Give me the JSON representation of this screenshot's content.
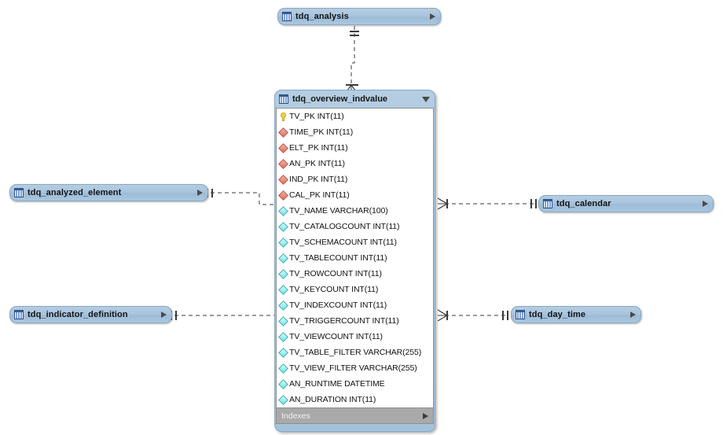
{
  "diagram": {
    "title": "tdq_overview_indvalue ER diagram",
    "background": "#ffffff",
    "header_color": "#a8c4dd",
    "footer_color": "#a9a9a9"
  },
  "main_table": {
    "name": "tdq_overview_indvalue",
    "icon": "table-icon",
    "expander": "chevron-down-icon",
    "footer_label": "Indexes",
    "footer_expander": "chevron-right-icon",
    "columns": [
      {
        "label": "TV_PK INT(11)",
        "icon": "primary-key-icon",
        "kind": "key"
      },
      {
        "label": "TIME_PK INT(11)",
        "icon": "foreign-key-icon",
        "kind": "red"
      },
      {
        "label": "ELT_PK INT(11)",
        "icon": "foreign-key-icon",
        "kind": "red"
      },
      {
        "label": "AN_PK INT(11)",
        "icon": "foreign-key-icon",
        "kind": "red"
      },
      {
        "label": "IND_PK INT(11)",
        "icon": "foreign-key-icon",
        "kind": "red"
      },
      {
        "label": "CAL_PK INT(11)",
        "icon": "foreign-key-icon",
        "kind": "red"
      },
      {
        "label": "TV_NAME VARCHAR(100)",
        "icon": "column-icon",
        "kind": "cyan"
      },
      {
        "label": "TV_CATALOGCOUNT INT(11)",
        "icon": "column-icon",
        "kind": "cyan"
      },
      {
        "label": "TV_SCHEMACOUNT INT(11)",
        "icon": "column-icon",
        "kind": "cyan"
      },
      {
        "label": "TV_TABLECOUNT INT(11)",
        "icon": "column-icon",
        "kind": "cyan"
      },
      {
        "label": "TV_ROWCOUNT INT(11)",
        "icon": "column-icon",
        "kind": "cyan"
      },
      {
        "label": "TV_KEYCOUNT INT(11)",
        "icon": "column-icon",
        "kind": "cyan"
      },
      {
        "label": "TV_INDEXCOUNT INT(11)",
        "icon": "column-icon",
        "kind": "cyan"
      },
      {
        "label": "TV_TRIGGERCOUNT INT(11)",
        "icon": "column-icon",
        "kind": "cyan"
      },
      {
        "label": "TV_VIEWCOUNT INT(11)",
        "icon": "column-icon",
        "kind": "cyan"
      },
      {
        "label": "TV_TABLE_FILTER VARCHAR(255)",
        "icon": "column-icon",
        "kind": "cyan"
      },
      {
        "label": "TV_VIEW_FILTER VARCHAR(255)",
        "icon": "column-icon",
        "kind": "cyan"
      },
      {
        "label": "AN_RUNTIME DATETIME",
        "icon": "column-icon",
        "kind": "cyan"
      },
      {
        "label": "AN_DURATION INT(11)",
        "icon": "column-icon",
        "kind": "cyan"
      }
    ]
  },
  "related_tables": [
    {
      "name": "tdq_analysis",
      "icon": "table-icon",
      "expander": "chevron-right-icon"
    },
    {
      "name": "tdq_analyzed_element",
      "icon": "table-icon",
      "expander": "chevron-right-icon"
    },
    {
      "name": "tdq_indicator_definition",
      "icon": "table-icon",
      "expander": "chevron-right-icon"
    },
    {
      "name": "tdq_calendar",
      "icon": "table-icon",
      "expander": "chevron-right-icon"
    },
    {
      "name": "tdq_day_time",
      "icon": "table-icon",
      "expander": "chevron-right-icon"
    }
  ],
  "relationships": [
    {
      "from": "tdq_analysis",
      "to": "tdq_overview_indvalue",
      "style": "dashed",
      "cardinality": "one-to-many"
    },
    {
      "from": "tdq_analyzed_element",
      "to": "tdq_overview_indvalue",
      "style": "dashed",
      "cardinality": "one-to-many"
    },
    {
      "from": "tdq_indicator_definition",
      "to": "tdq_overview_indvalue",
      "style": "dashed",
      "cardinality": "one-to-many"
    },
    {
      "from": "tdq_overview_indvalue",
      "to": "tdq_calendar",
      "style": "dashed",
      "cardinality": "many-to-one"
    },
    {
      "from": "tdq_overview_indvalue",
      "to": "tdq_day_time",
      "style": "dashed",
      "cardinality": "many-to-one"
    }
  ]
}
